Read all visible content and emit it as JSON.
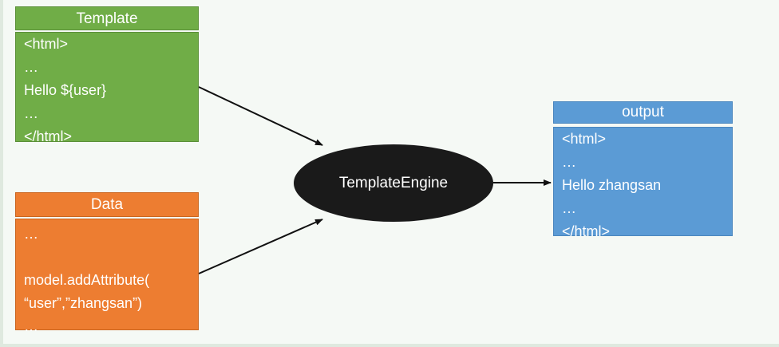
{
  "template": {
    "title": "Template",
    "lines": [
      "<html>",
      "…",
      "Hello ${user}",
      "…",
      "</html>"
    ]
  },
  "data": {
    "title": "Data",
    "lines": [
      "…",
      "",
      "model.addAttribute(",
      "“user”,”zhangsan”)",
      "…"
    ]
  },
  "engine": {
    "label": "TemplateEngine"
  },
  "output": {
    "title": "output",
    "lines": [
      "<html>",
      "…",
      "Hello zhangsan",
      "…",
      "</html>"
    ]
  },
  "colors": {
    "template": "#70ad47",
    "data": "#ed7d31",
    "output": "#5b9bd5",
    "engine": "#1a1a1a"
  }
}
